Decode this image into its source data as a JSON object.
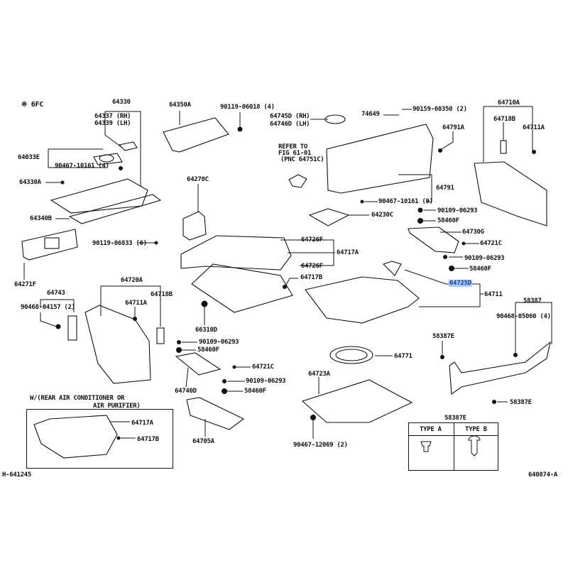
{
  "labels": [
    "※ 6FC",
    "64330",
    "64337 (RH)",
    "64339 (LH)",
    "64350A",
    "90119-06018 (4)",
    "64745D (RH)",
    "64746D (LH)",
    "74649",
    "90159-60350 (2)",
    "64710A",
    "64718B",
    "64711A",
    "64791A",
    "64033E",
    "90467-10161 (4)",
    "REFER TO",
    "FIG 61-01",
    "(PNC 64751C)",
    "64330A",
    "64270C",
    "64791",
    "90467-10161 (9)",
    "64230C",
    "90109-06293",
    "64340B",
    "58460F",
    "64730G",
    "90119-06833 (6)",
    "64726F",
    "64721C",
    "64717A",
    "90109-06293",
    "64726F",
    "58460F",
    "64717B",
    "64720A",
    "64271F",
    "64725D",
    "64711",
    "64743",
    "64718B",
    "64711A",
    "58387",
    "90468-04157 (2)",
    "90468-05060 (4)",
    "66310D",
    "58387E",
    "90109-06293",
    "64771",
    "58460F",
    "64721C",
    "90109-06293",
    "58460F",
    "64740D",
    "64723A",
    "W/(REAR AIR CONDITIONER OR",
    "AIR PURIFIER)",
    "58387E",
    "64717A",
    "58387E",
    "64717B",
    "90467-12069 (2)",
    "64705A",
    "H-641245",
    "640874-A"
  ],
  "type_table": {
    "title": "58387E",
    "col_a": "TYPE A",
    "col_b": "TYPE B"
  },
  "highlight_color": "#a9c9f5"
}
